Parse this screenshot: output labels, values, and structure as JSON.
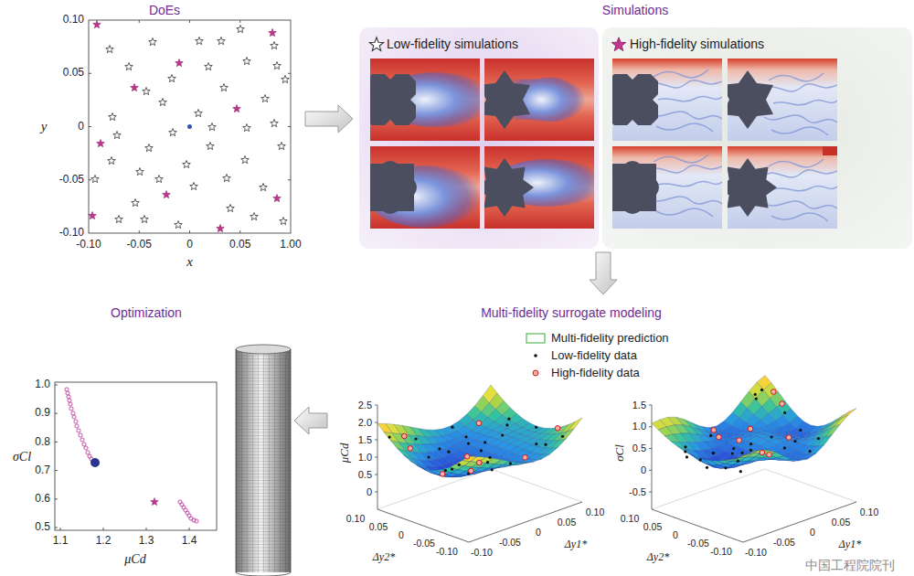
{
  "diagram": {
    "nodes": [
      {
        "text": [
          "DoEs"
        ]
      },
      {
        "text": [
          "Simulations"
        ]
      },
      {
        "text": [
          "Low-fidelity simulations"
        ],
        "in": 1
      },
      {
        "text": [
          "High-fidelity simulations"
        ],
        "in": 1
      },
      {
        "text": [
          "Multi-fidelity surrogate modeling"
        ]
      },
      {
        "text": [
          "Optimization"
        ]
      }
    ],
    "edges": [
      {
        "from": 0,
        "to": 1,
        "arrow": "to"
      },
      {
        "from": 1,
        "to": 4,
        "arrow": "to"
      },
      {
        "from": 4,
        "to": 5,
        "arrow": "to"
      }
    ],
    "labels": [
      "0.10",
      "0.05",
      "0",
      "-0.05",
      "-0.10",
      "-0.10",
      "-0.05",
      "0",
      "0.05",
      "1.00",
      "y",
      "x",
      "1.0",
      "0.9",
      "0.8",
      "0.7",
      "0.6",
      "0.5",
      "1.1",
      "1.2",
      "1.3",
      "1.4",
      "σCl",
      "μCd",
      "2.5",
      "2.0",
      "1.5",
      "1.0",
      "0.5",
      "0",
      "μCd",
      "0.10",
      "0.05",
      "0",
      "-0.05",
      "-0.10",
      "Δy2*",
      "-0.10",
      "-0.05",
      "0",
      "0.05",
      "0.10",
      "Δy1*",
      "1.5",
      "1.0",
      "0.5",
      "0",
      "-0.5",
      "σCl",
      "0.10",
      "0.05",
      "0",
      "-0.05",
      "-0.10",
      "Δy2*",
      "-0.10",
      "-0.05",
      "0",
      "0.05",
      "0.10",
      "Δy1*",
      "中国工程院院刊"
    ],
    "legend": [
      {
        "text": "Multi-fidelity prediction"
      },
      {
        "text": "Low-fidelity data"
      },
      {
        "text": "High-fidelity data"
      }
    ]
  }
}
